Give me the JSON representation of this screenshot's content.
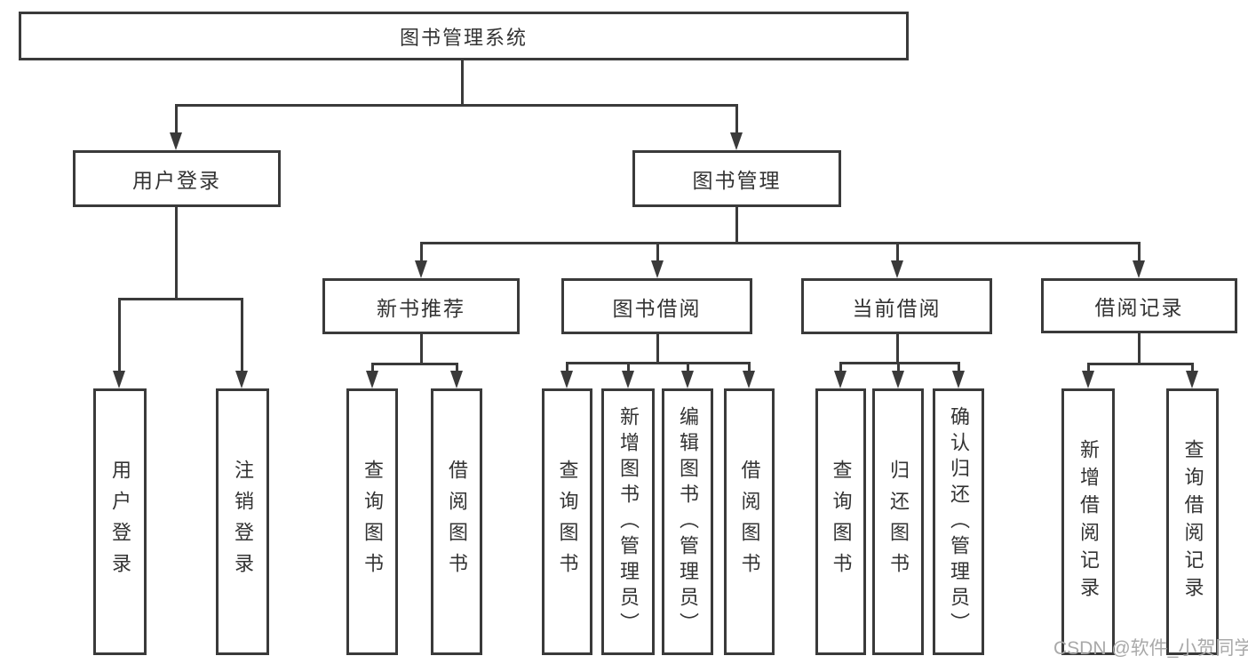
{
  "diagram": {
    "root": {
      "label": "图书管理系统"
    },
    "branches": [
      {
        "label": "用户登录",
        "children": [
          {
            "label": "用户登录"
          },
          {
            "label": "注销登录"
          }
        ]
      },
      {
        "label": "图书管理",
        "children": [
          {
            "label": "新书推荐",
            "children": [
              {
                "label": "查询图书"
              },
              {
                "label": "借阅图书"
              }
            ]
          },
          {
            "label": "图书借阅",
            "children": [
              {
                "label": "查询图书"
              },
              {
                "label": "新增图书（管理员）"
              },
              {
                "label": "编辑图书（管理员）"
              },
              {
                "label": "借阅图书"
              }
            ]
          },
          {
            "label": "当前借阅",
            "children": [
              {
                "label": "查询图书"
              },
              {
                "label": "归还图书"
              },
              {
                "label": "确认归还（管理员）"
              }
            ]
          },
          {
            "label": "借阅记录",
            "children": [
              {
                "label": "新增借阅记录"
              },
              {
                "label": "查询借阅记录"
              }
            ]
          }
        ]
      }
    ]
  },
  "watermark": {
    "text": "CSDN @软件_小贺同学"
  },
  "colors": {
    "line": "#3a3a3a",
    "box_background": "#ffffff",
    "text": "#333333",
    "watermark": "#a9a9a9"
  }
}
